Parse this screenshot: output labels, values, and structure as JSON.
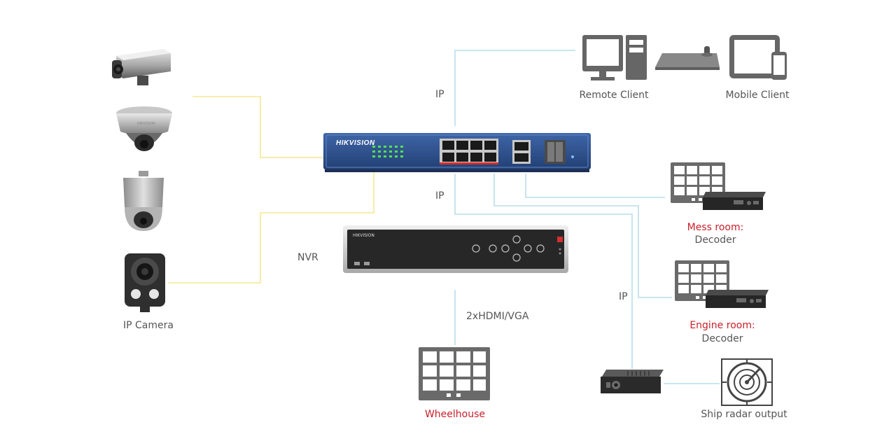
{
  "labels": {
    "ip_top": "IP",
    "ip_mid": "IP",
    "ip_right": "IP",
    "nvr": "NVR",
    "hdmi": "2xHDMI/VGA",
    "ip_camera": "IP Camera",
    "remote_client": "Remote Client",
    "mobile_client": "Mobile Client",
    "mess_room": "Mess room:",
    "mess_decoder": "Decoder",
    "engine_room": "Engine room:",
    "engine_decoder": "Decoder",
    "wheelhouse": "Wheelhouse",
    "ship_radar": "Ship radar output"
  },
  "brand": {
    "switch_logo": "HIKVISION",
    "nvr_logo": "HIKVISION"
  },
  "colors": {
    "camera_link": "#f2e27a",
    "ip_link": "#a9d6e6",
    "alert_label": "#c8202a",
    "switch_body": "#2c4e86"
  }
}
